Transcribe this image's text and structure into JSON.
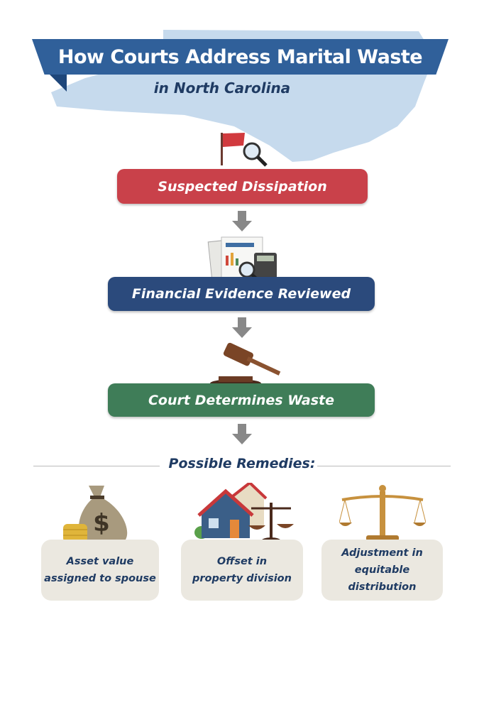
{
  "title": "How Courts Address Marital Waste",
  "subtitle": "in North Carolina",
  "steps": [
    {
      "label": "Suspected Dissipation",
      "color": "#c9414a",
      "icon": "red-flag-magnifier-icon"
    },
    {
      "label": "Financial Evidence Reviewed",
      "color": "#2b4a7c",
      "icon": "documents-calculator-icon"
    },
    {
      "label": "Court Determines Waste",
      "color": "#3f7d58",
      "icon": "gavel-icon"
    }
  ],
  "remedies_heading": "Possible Remedies:",
  "remedies": [
    {
      "line1": "Asset value",
      "line2": "assigned to spouse",
      "icon": "money-bag-icon"
    },
    {
      "line1": "Offset in",
      "line2": "property division",
      "icon": "house-scale-icon"
    },
    {
      "line1": "Adjustment in",
      "line2": "equitable distribution",
      "icon": "scales-icon"
    }
  ]
}
